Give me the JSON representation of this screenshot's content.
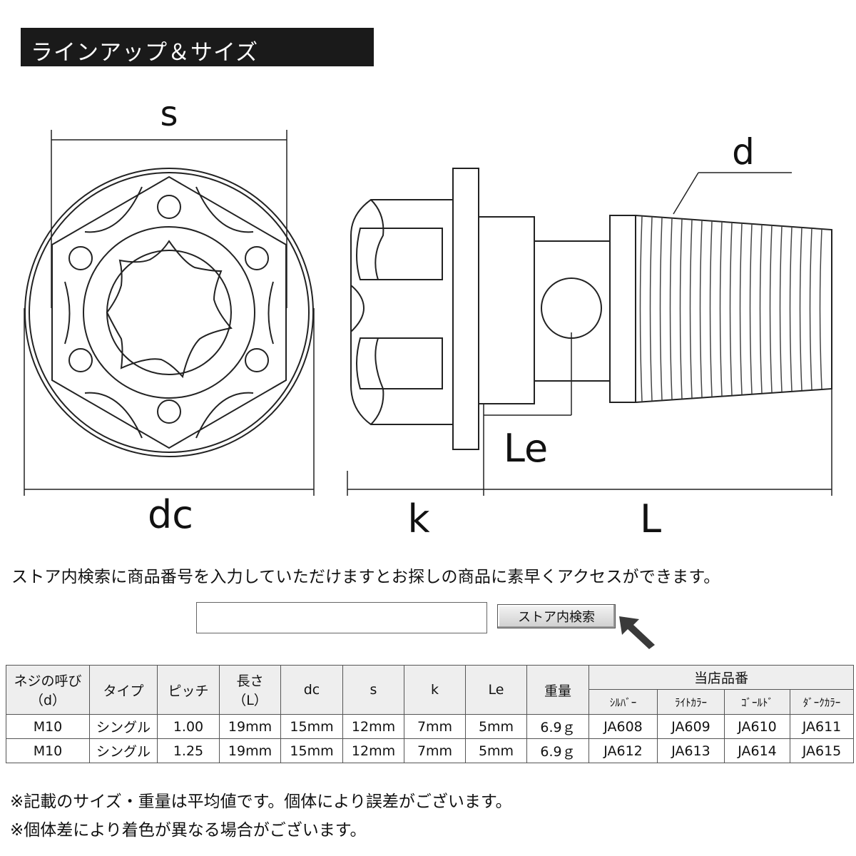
{
  "header": {
    "title": "ラインアップ＆サイズ"
  },
  "diagram": {
    "labels": {
      "s": "s",
      "dc": "dc",
      "d": "d",
      "k": "k",
      "le": "Le",
      "l": "L"
    }
  },
  "search": {
    "instruction": "ストア内検索に商品番号を入力していただけますとお探しの商品に素早くアクセスができます。",
    "input_value": "",
    "button_label": "ストア内検索"
  },
  "table": {
    "headers": {
      "thread_line1": "ネジの呼び",
      "thread_line2": "（d）",
      "type": "タイプ",
      "pitch": "ピッチ",
      "length_line1": "長さ",
      "length_line2": "（L）",
      "dc": "dc",
      "s": "s",
      "k": "k",
      "le": "Le",
      "weight": "重量",
      "store_number": "当店品番",
      "silver": "ｼﾙﾊﾞｰ",
      "light_color": "ﾗｲﾄｶﾗｰ",
      "gold": "ｺﾞｰﾙﾄﾞ",
      "dark_color": "ﾀﾞｰｸｶﾗｰ"
    },
    "rows": [
      {
        "thread": "M10",
        "type": "シングル",
        "pitch": "1.00",
        "length": "19mm",
        "dc": "15mm",
        "s": "12mm",
        "k": "7mm",
        "le": "5mm",
        "weight": "6.9ｇ",
        "silver": "JA608",
        "light": "JA609",
        "gold": "JA610",
        "dark": "JA611"
      },
      {
        "thread": "M10",
        "type": "シングル",
        "pitch": "1.25",
        "length": "19mm",
        "dc": "15mm",
        "s": "12mm",
        "k": "7mm",
        "le": "5mm",
        "weight": "6.9ｇ",
        "silver": "JA612",
        "light": "JA613",
        "gold": "JA614",
        "dark": "JA615"
      }
    ]
  },
  "notes": {
    "note1": "※記載のサイズ・重量は平均値です。個体により誤差がございます。",
    "note2": "※個体差により着色が異なる場合がございます。"
  }
}
